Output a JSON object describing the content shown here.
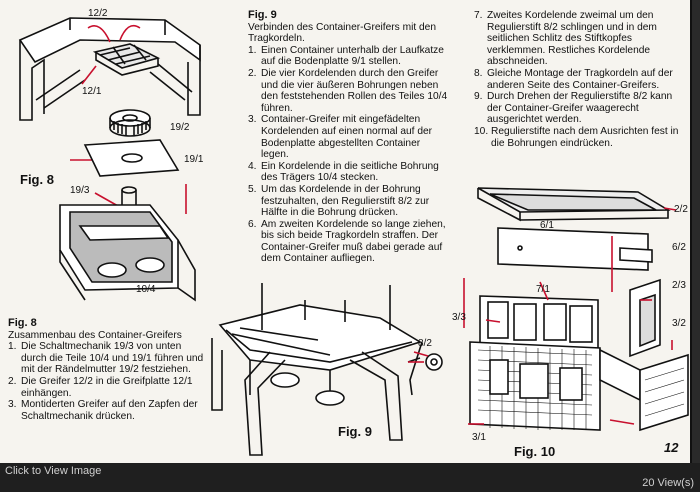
{
  "viewer": {
    "click_to_view": "Click to View Image",
    "views": "20 View(s)"
  },
  "fig8": {
    "caption": "Fig. 8",
    "labels": {
      "l12_2": "12/2",
      "l12_1": "12/1",
      "l19_2": "19/2",
      "l19_1": "19/1",
      "l19_3": "19/3",
      "l10_4": "10/4"
    },
    "text_title": "Fig. 8",
    "text_subtitle": "Zusammenbau des Container-Greifers",
    "steps": [
      "Die Schaltmechanik 19/3 von unten durch die Teile 10/4 und 19/1 führen und mit der Rändelmutter 19/2 festziehen.",
      "Die Greifer 12/2 in die Greifplatte 12/1 einhängen.",
      "Montiderten Greifer auf den Zapfen der Schaltmechanik drücken."
    ]
  },
  "fig9": {
    "caption": "Fig. 9",
    "text_title": "Fig. 9",
    "text_subtitle": "Verbinden des Container-Greifers mit den Tragkordeln.",
    "steps": [
      "Einen Container unterhalb der Laufkatze auf die Bodenplatte 9/1 stellen.",
      "Die vier Kordelenden durch den Greifer und die vier äußeren Bohrungen neben den feststehenden Rollen des Teiles 10/4 führen.",
      "Container-Greifer mit eingefädelten Kordelenden auf einen normal auf der Bodenplatte abgestellten Container legen.",
      "Ein Kordelende in die seitliche Bohrung des Trägers 10/4 stecken.",
      "Um das Kordelende in der Bohrung festzuhalten, den Regulierstift 8/2 zur Hälfte in die Bohrung drücken.",
      "Am zweiten Kordelende so lange ziehen, bis sich beide Tragkordeln straffen. Der Container-Greifer muß dabei gerade auf dem Container aufliegen.",
      "Zweites Kordelende zweimal um den Regulierstift 8/2 schlingen und in dem seitlichen Schlitz des Stiftkopfes verklemmen. Restliches Kordelende abschneiden.",
      "Gleiche Montage der Tragkordeln auf der anderen Seite des Container-Greifers.",
      "Durch Drehen der Regulierstifte 8/2 kann der Container-Greifer waagerecht ausgerichtet werden.",
      "Regulierstifte nach dem Ausrichten fest in die Bohrungen eindrücken."
    ],
    "labels": {
      "l8_2": "8/2"
    }
  },
  "fig10": {
    "caption": "Fig. 10",
    "labels": {
      "l6_1": "6/1",
      "l7_1": "7/1",
      "l3_3": "3/3",
      "l3_1": "3/1",
      "l2_2": "2/2",
      "l6_2": "6/2",
      "l2_3": "2/3",
      "l3_2": "3/2"
    }
  },
  "page_number": "12",
  "colors": {
    "accent_red": "#c8102e"
  }
}
